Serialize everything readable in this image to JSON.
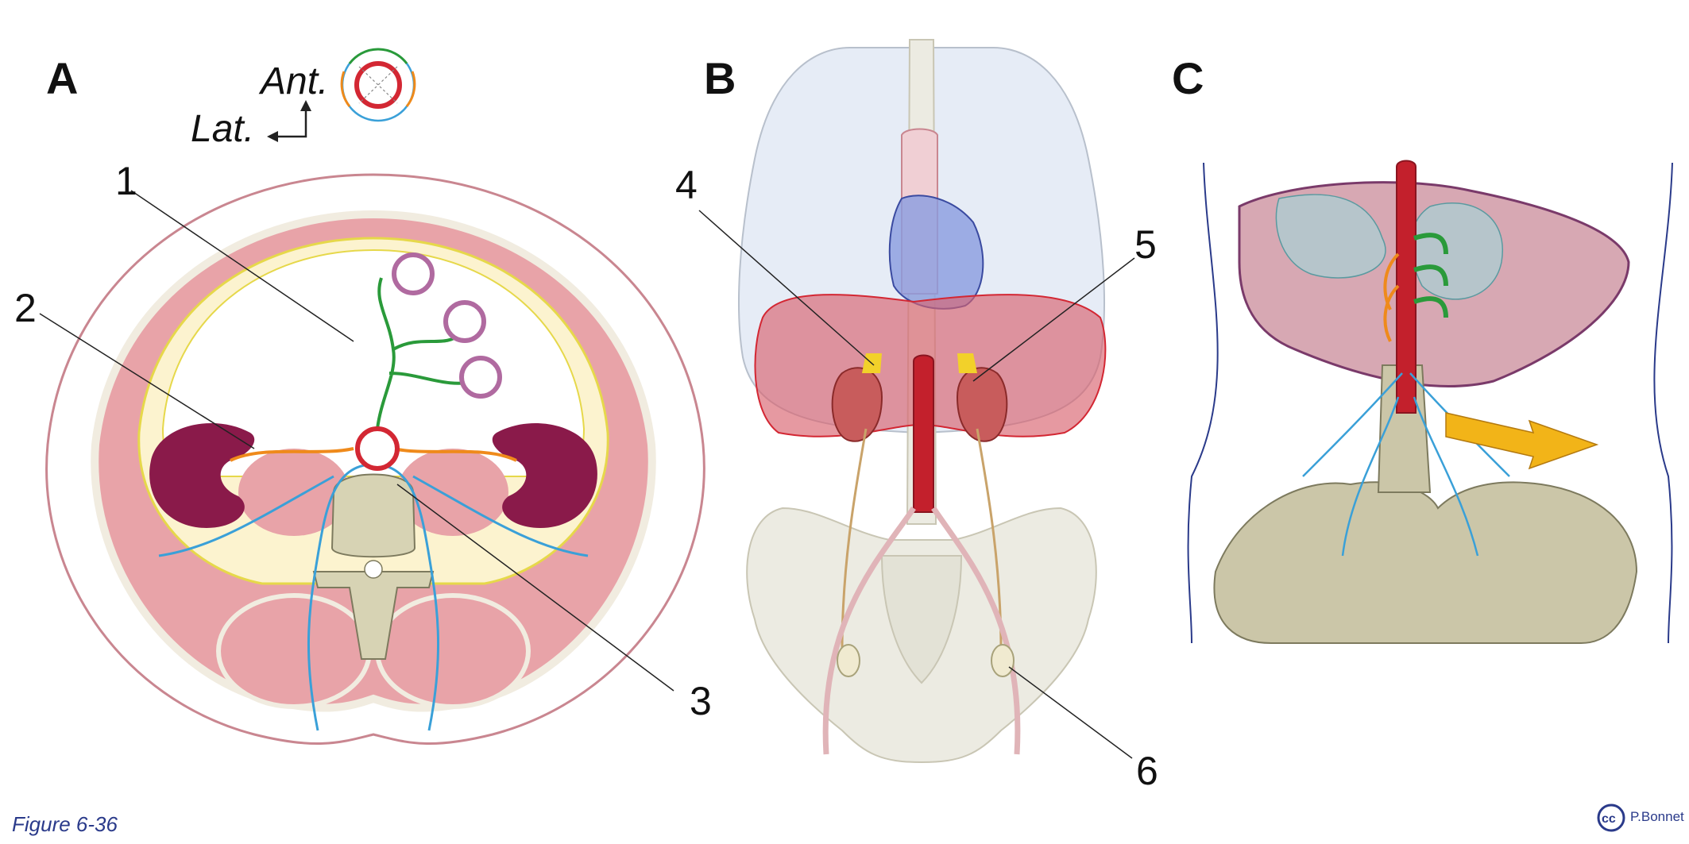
{
  "panels": {
    "a": "A",
    "b": "B",
    "c": "C"
  },
  "orientation": {
    "anterior": "Ant.",
    "lateral": "Lat."
  },
  "callouts": {
    "c1": "1",
    "c2": "2",
    "c3": "3",
    "c4": "4",
    "c5": "5",
    "c6": "6"
  },
  "caption": "Figure 6-36",
  "credit": {
    "symbol": "cc",
    "author": "P.Bonnet"
  },
  "colors": {
    "muscle": "#e8a3a8",
    "kidney": "#8a1a4a",
    "bone": "#d7d3b4",
    "fat": "#fcf3cf",
    "aorta": "#d32733",
    "vein": "#3aa0d8",
    "nerve_orange": "#ef8a1b",
    "nerve_green": "#2a9a3a"
  }
}
